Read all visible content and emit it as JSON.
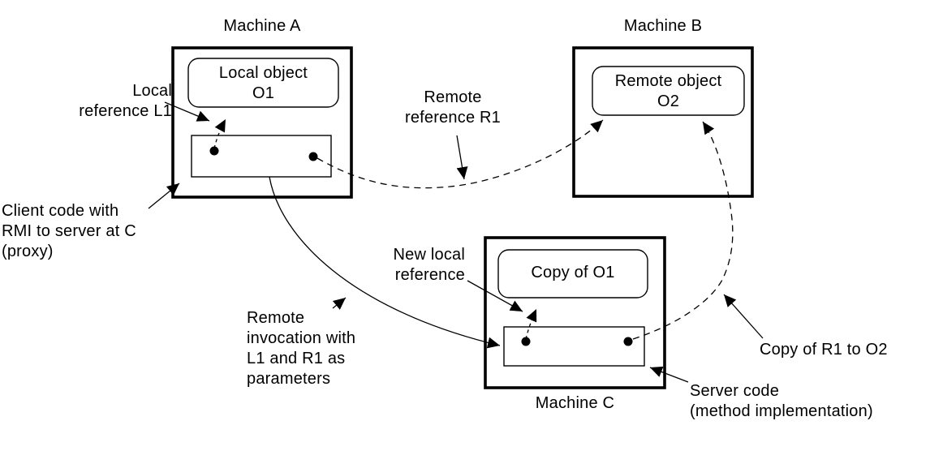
{
  "diagram": {
    "title_semantic": "Remote method invocation with parameter passing (L1, R1)",
    "colors": {
      "line": "#000000",
      "background": "#ffffff"
    },
    "machines": {
      "a": {
        "title": "Machine A",
        "object_label": "Local object\nO1"
      },
      "b": {
        "title": "Machine B",
        "object_label": "Remote object\nO2"
      },
      "c": {
        "title": "Machine C",
        "object_label": "Copy of O1"
      }
    },
    "annotations": {
      "local_reference": "Local\nreference L1",
      "client_code": "Client code with\nRMI to server at C\n(proxy)",
      "remote_reference": "Remote\nreference R1",
      "remote_invocation": "Remote\ninvocation with\nL1 and R1 as\nparameters",
      "new_local_reference": "New local\nreference",
      "copy_of_r1": "Copy of R1 to O2",
      "server_code": "Server code\n(method implementation)"
    }
  }
}
